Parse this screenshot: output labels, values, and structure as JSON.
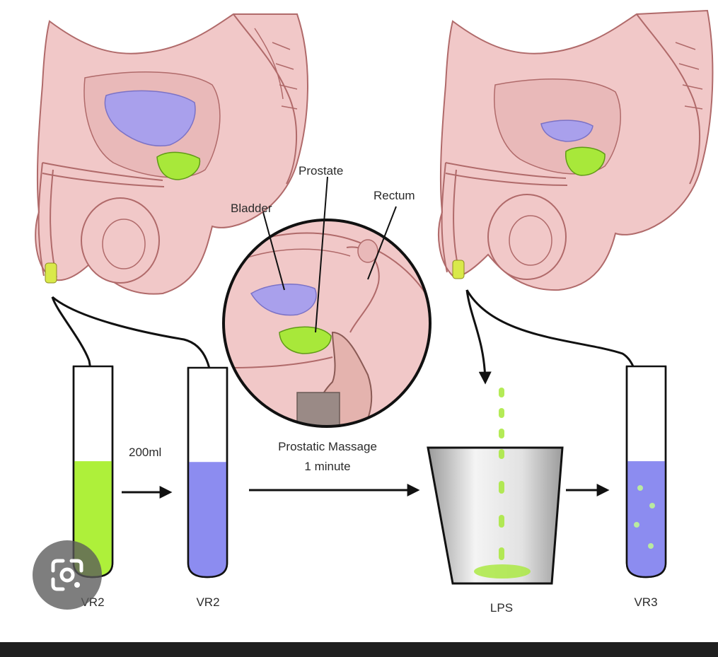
{
  "labels": {
    "bladder": "Bladder",
    "prostate": "Prostate",
    "rectum": "Rectum",
    "volume": "200ml",
    "massage_line1": "Prostatic Massage",
    "massage_line2": "1 minute"
  },
  "tubes": [
    {
      "label": "VR2",
      "fill_level": 0.55,
      "fill_color": "#aef03a"
    },
    {
      "label": "VR2",
      "fill_level": 0.55,
      "fill_color": "#8c8cf0"
    },
    {
      "label": "VR3",
      "fill_level": 0.55,
      "fill_color": "#8c8cf0"
    }
  ],
  "cup": {
    "label": "LPS"
  },
  "colors": {
    "tissue": "#f1c8c8",
    "tissue_line": "#b06a6a",
    "bladder": "#a9a0ec",
    "prostate": "#a8e83a",
    "cup": "#dcdcdc",
    "dark_bar": "#1f1f1f"
  },
  "icons": {
    "lens": "google-lens-icon"
  }
}
